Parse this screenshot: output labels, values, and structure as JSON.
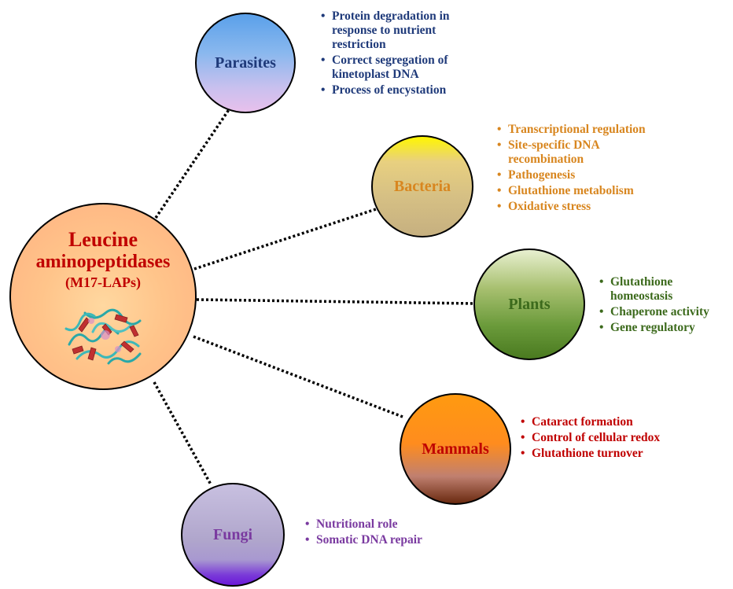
{
  "center": {
    "line1": "Leucine",
    "line2": "aminopeptidases",
    "line3": "(M17-LAPs)",
    "image": "protein-structure-illustration"
  },
  "nodes": {
    "parasites": {
      "label": "Parasites",
      "items": [
        "Protein degradation in response to nutrient restriction",
        "Correct segregation of kinetoplast DNA",
        "Process of encystation"
      ]
    },
    "bacteria": {
      "label": "Bacteria",
      "items": [
        "Transcriptional regulation",
        "Site-specific DNA recombination",
        "Pathogenesis",
        "Glutathione metabolism",
        "Oxidative stress"
      ]
    },
    "plants": {
      "label": "Plants",
      "items": [
        "Glutathione homeostasis",
        "Chaperone activity",
        "Gene regulatory"
      ]
    },
    "mammals": {
      "label": "Mammals",
      "items": [
        "Cataract formation",
        "Control of cellular redox",
        "Glutathione turnover"
      ]
    },
    "fungi": {
      "label": "Fungi",
      "items": [
        "Nutritional role",
        "Somatic DNA repair"
      ]
    }
  },
  "colors": {
    "center_text": "#c00000",
    "parasites": "#1f3a7a",
    "bacteria": "#d8861f",
    "plants": "#3c6a1c",
    "mammals": "#c00000",
    "fungi": "#7a3aa0",
    "connector": "#000000"
  }
}
